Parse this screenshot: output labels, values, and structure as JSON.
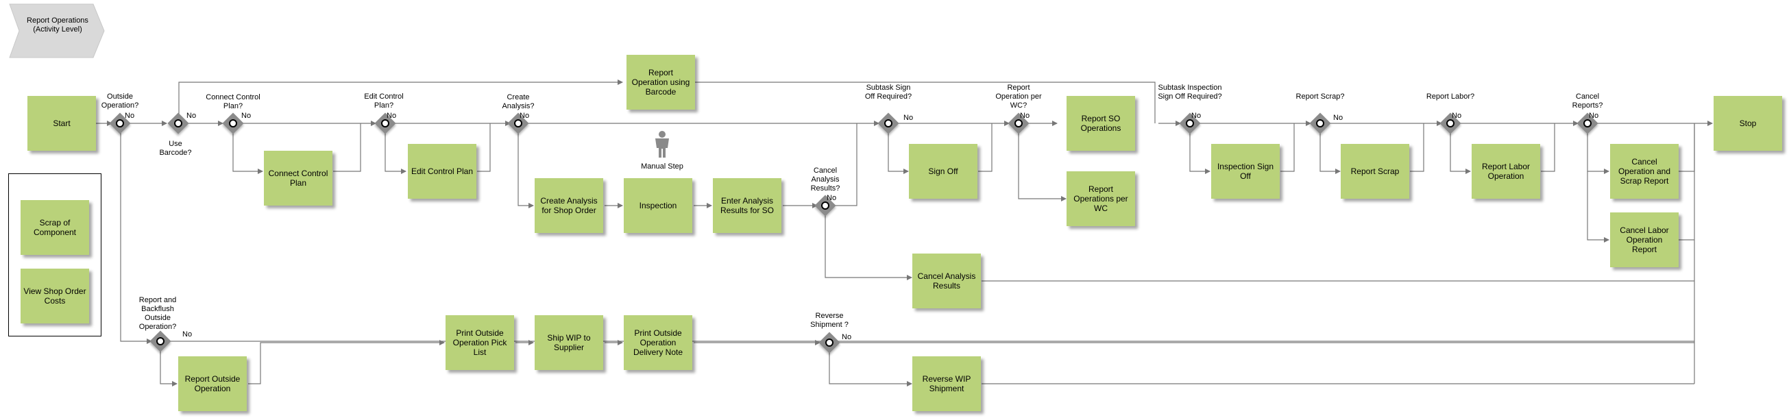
{
  "header": {
    "title": "Report Operations (Activity Level)"
  },
  "legend": {
    "items": [
      {
        "label": "Scrap of Component"
      },
      {
        "label": "View Shop Order Costs"
      }
    ]
  },
  "tasks": {
    "start": "Start",
    "stop": "Stop",
    "barcode": "Report Operation using Barcode",
    "connect_control": "Connect Control Plan",
    "edit_control": "Edit Control Plan",
    "create_analysis": "Create Analysis for Shop Order",
    "inspection": "Inspection",
    "enter_analysis": "Enter Analysis Results for SO",
    "sign_off": "Sign Off",
    "report_so": "Report SO Operations",
    "report_wc": "Report Operations per WC",
    "insp_sign_off": "Inspection Sign Off",
    "report_scrap": "Report Scrap",
    "report_labor": "Report Labor Operation",
    "cancel_op_scrap": "Cancel Operation and Scrap Report",
    "cancel_labor": "Cancel Labor Operation Report",
    "cancel_analysis": "Cancel Analysis Results",
    "report_outside": "Report Outside Operation",
    "print_pick": "Print Outside Operation Pick List",
    "ship_wip": "Ship WIP to Supplier",
    "print_delivery": "Print Outside Operation Delivery Note",
    "reverse_wip": "Reverse WIP Shipment"
  },
  "gateways": {
    "outside_op": "Outside Operation?",
    "use_barcode": "Use Barcode?",
    "connect_plan": "Connect Control Plan?",
    "edit_plan": "Edit Control Plan?",
    "create_analysis": "Create Analysis?",
    "subtask_sign_off": "Subtask Sign Off Required?",
    "report_per_wc": "Report Operation per WC?",
    "subtask_insp": "Subtask Inspection Sign Off Required?",
    "report_scrap": "Report Scrap?",
    "report_labor": "Report Labor?",
    "cancel_reports": "Cancel Reports?",
    "cancel_analysis": "Cancel Analysis Results?",
    "report_backflush": "Report and Backflush Outside Operation?",
    "reverse_shipment": "Reverse Shipment ?"
  },
  "actor": {
    "label": "Manual Step",
    "icon": "person-icon"
  },
  "no_label": "No",
  "colors": {
    "task": "#b9d27a",
    "gateway": "#8b8b8b",
    "header": "#d9d9d9",
    "connector": "#777777"
  }
}
